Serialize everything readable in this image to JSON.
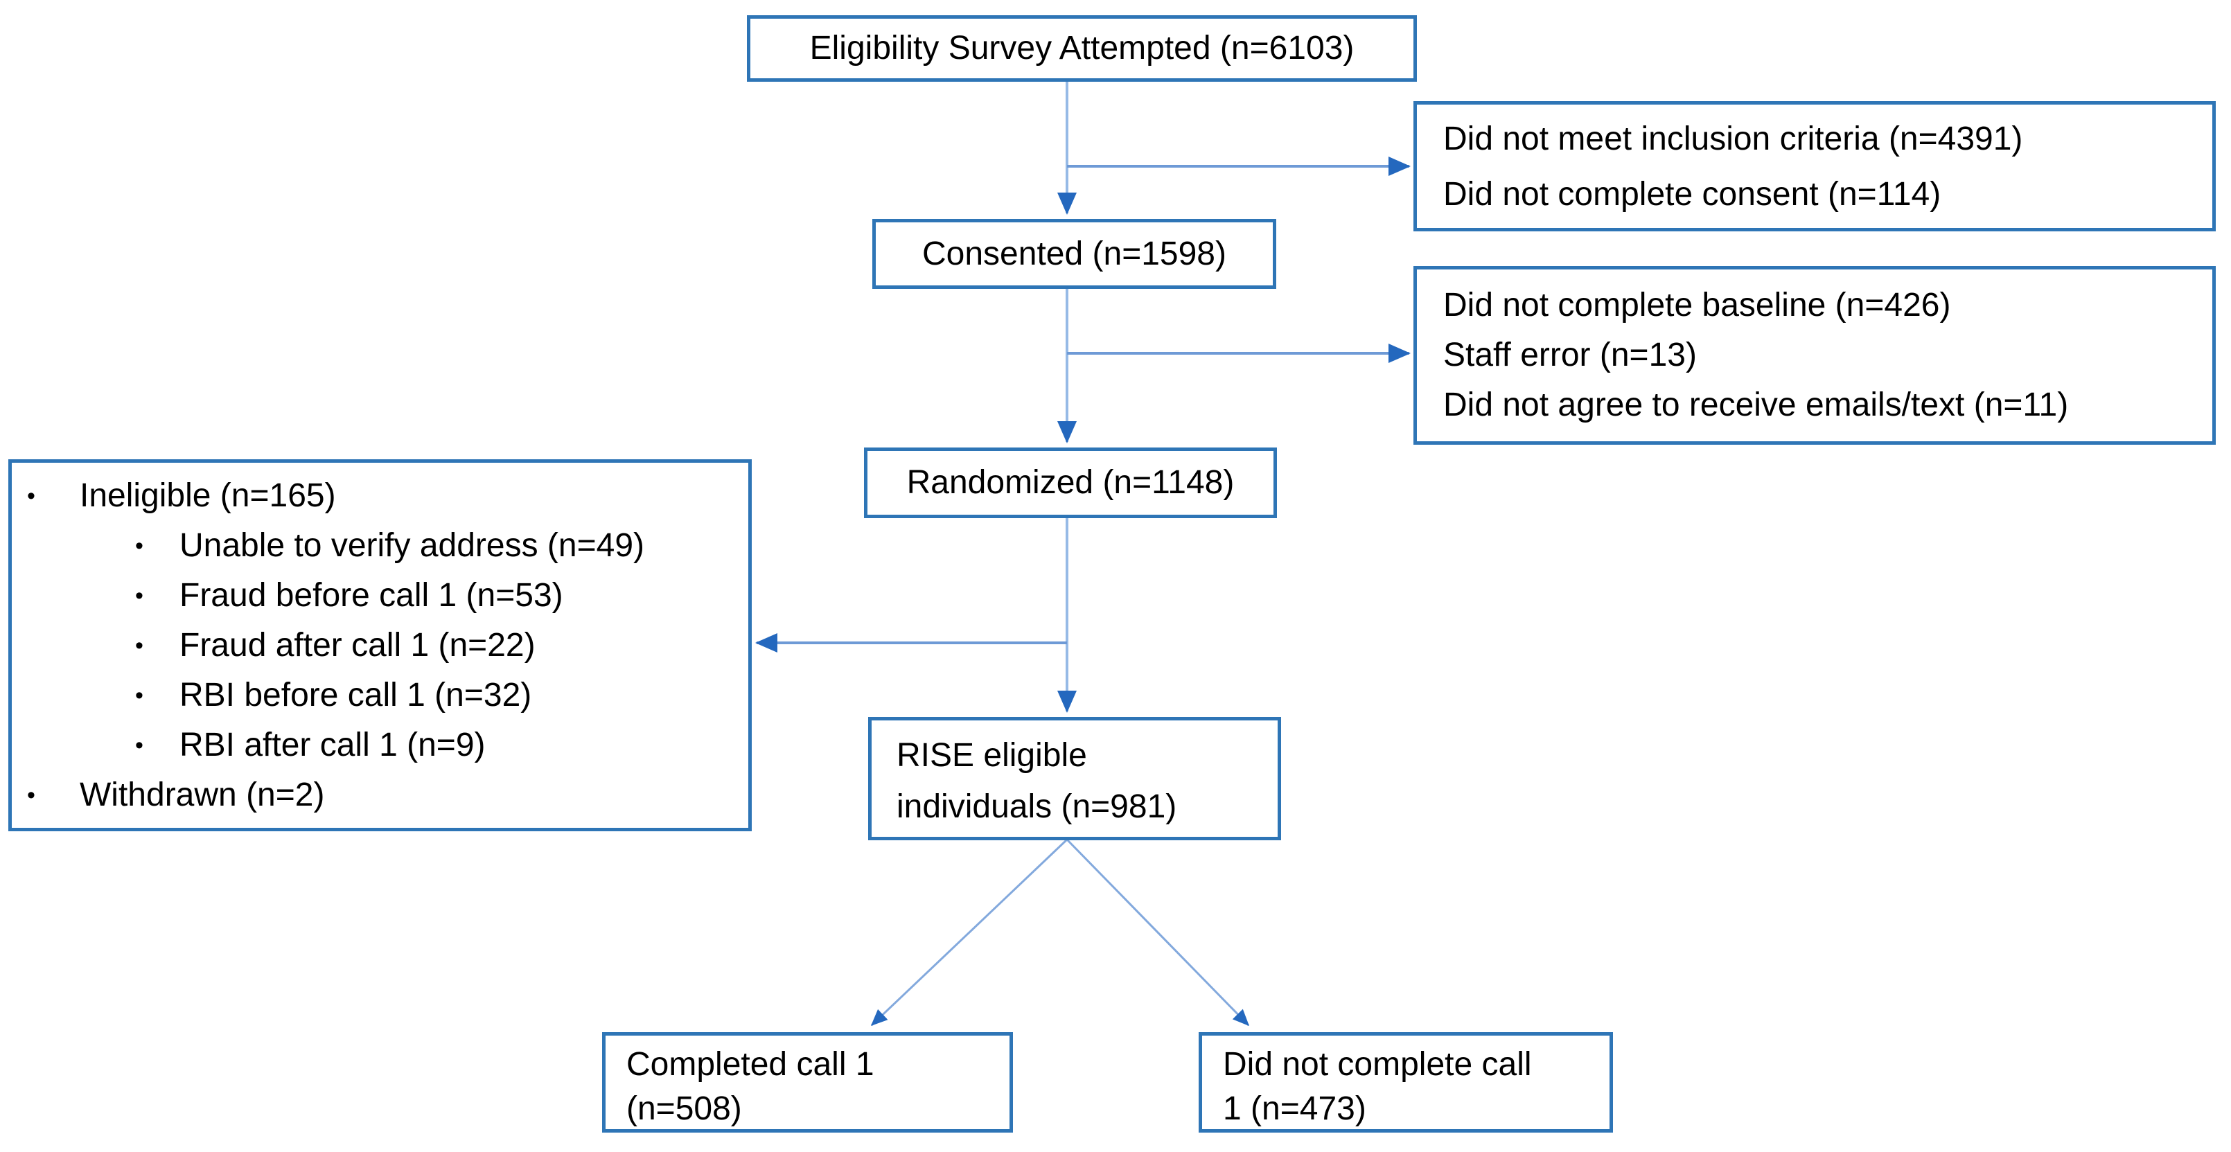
{
  "bullet_glyph": "•",
  "boxes": {
    "eligibility": {
      "label": "Eligibility Survey Attempted (n=6103)"
    },
    "exclusion1": {
      "lines": [
        "Did not meet inclusion criteria (n=4391)",
        "Did not complete consent (n=114)"
      ]
    },
    "consented": {
      "label": "Consented (n=1598)"
    },
    "exclusion2": {
      "lines": [
        "Did not complete baseline (n=426)",
        "Staff error (n=13)",
        "Did not agree to receive emails/text (n=11)"
      ]
    },
    "randomized": {
      "label": "Randomized (n=1148)"
    },
    "ineligible": {
      "items": [
        {
          "level": 1,
          "label": "Ineligible (n=165)"
        },
        {
          "level": 2,
          "label": "Unable to verify address (n=49)"
        },
        {
          "level": 2,
          "label": "Fraud before call 1 (n=53)"
        },
        {
          "level": 2,
          "label": "Fraud after call 1 (n=22)"
        },
        {
          "level": 2,
          "label": "RBI before call 1 (n=32)"
        },
        {
          "level": 2,
          "label": "RBI after call 1 (n=9)"
        },
        {
          "level": 1,
          "label": "Withdrawn (n=2)"
        }
      ]
    },
    "rise": {
      "lines": [
        "RISE eligible",
        "individuals (n=981)"
      ]
    },
    "completed_call1": {
      "lines": [
        "Completed call 1",
        "(n=508)"
      ]
    },
    "not_completed_call1": {
      "lines": [
        "Did not complete call",
        "1 (n=473)"
      ]
    }
  },
  "colors": {
    "box_border": "#2E75B6",
    "connector_vertical": "#96BAE6",
    "connector_horizontal": "#6E9AD6",
    "connector_diagonal": "#83A9DD",
    "arrowhead": "#2468BE",
    "text": "#000000",
    "background": "#FFFFFF"
  }
}
